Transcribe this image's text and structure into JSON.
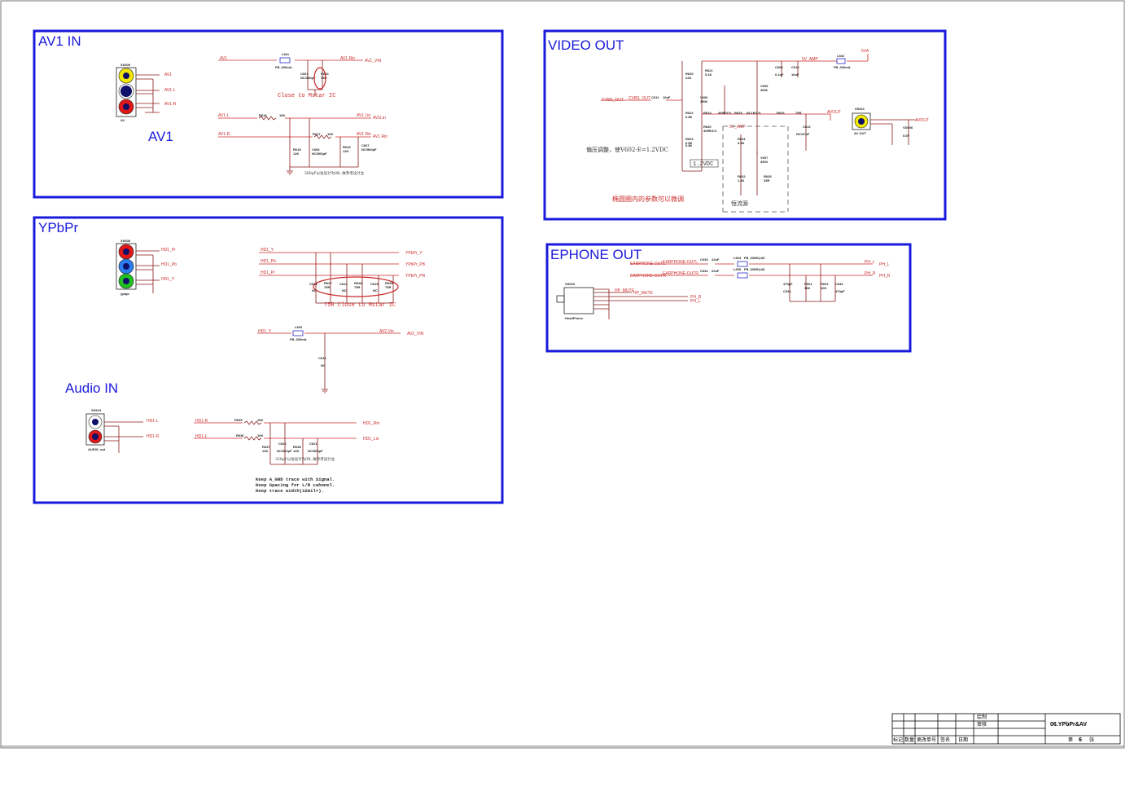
{
  "sections": {
    "av1_in": {
      "title": "AV1 IN",
      "subtitle": "AV1"
    },
    "ypbpr": {
      "title": "YPbPr"
    },
    "audio_in": {
      "title": "Audio IN"
    },
    "video_out": {
      "title": "VIDEO OUT"
    },
    "ephone_out": {
      "title": "EPHONE OUT"
    }
  },
  "notes": {
    "close_to_mstar_ic": "Close to Mstar IC",
    "r75_close_to_mstar_ic": "75R Close to Mstar IC",
    "bias_adjust": "偏压调整，使V602-E=1.2VDC",
    "vdc_1_2": "1.2VDC",
    "ellipse_params": "椭圆圈内的参数可以微调",
    "constant_current": "恒流源",
    "av1_cap_note": "560pF以往设计为0R, 故参考设计主",
    "audio_cap_note": "330pF以往设计为0R, 故参考设计主",
    "keep_agnd": "Keep A_GND trace with Signal.",
    "keep_spacing": "Keep Spacing for L/R cahnnel.",
    "keep_width": "Keep trace width(12mil+)."
  },
  "connectors": {
    "av": {
      "ref": "XS609",
      "name": "AV"
    },
    "ypbpr": {
      "ref": "XS608",
      "name": "ypbpr"
    },
    "audio": {
      "ref": "XS624",
      "name": "AUDIO_out"
    },
    "av_out": {
      "ref": "XS621",
      "name": "AV OUT"
    },
    "headphone": {
      "ref": "XS620",
      "name": "HeadPhone"
    }
  },
  "av1": {
    "nets": [
      "AV1",
      "AV1-L",
      "AV1-R"
    ],
    "l601": "L601",
    "l601_val": "FB_600mA",
    "c601": "C601",
    "c601_val": "NC/330pF",
    "r610": "R610",
    "r610_val": "75R",
    "av1_rin": "AV1 Rin",
    "av1_vin": "AV1_VIN",
    "av1_l": "AV1-L",
    "av1_r": "AV1-R",
    "r616": "R616",
    "r616_val": "10K",
    "r617": "R617",
    "r617_val": "10K",
    "r618": "R618",
    "r618_val": "12K",
    "r619": "R619",
    "r619_val": "12K",
    "c606": "C606",
    "c606_val": "NC/560pF",
    "c607": "C607",
    "c607_val": "NC/560pF",
    "av1_lin": "AV1 Lin",
    "av1_lin_out": "AV1Lin",
    "av1_rin2": "AV1 Rin",
    "av1_rin_out": "AV1 Rin"
  },
  "ypbpr_nets": {
    "pr": "HD1_Pr",
    "pb": "HD1_Pb",
    "y": "HD1_Y",
    "ny": "HD1_Y",
    "npb": "HD1_Pb",
    "npr": "HD1_Pr",
    "oy": "YPbPr_Y",
    "opb": "YPbPr_PB",
    "opr": "YPbPr_PR",
    "c613": "C613",
    "c613_val": "NC",
    "r627": "R627",
    "r627_val": "75R",
    "c614": "C614",
    "c614_val": "NC",
    "r628": "R628",
    "r628_val": "75R",
    "c615": "C615",
    "c615_val": "NC",
    "r629": "R629",
    "r629_val": "75R",
    "hd1_y2": "HD1_Y",
    "l603": "L603",
    "l603_val": "FB_600mA",
    "av2_vin": "AV2 Vin",
    "av2_vin_out": "AV2_VIN",
    "c616": "C616",
    "c616_val": "NC"
  },
  "audio": {
    "hdl": "HD1-L",
    "hdr": "HD1-R",
    "r635": "R635",
    "r635_val": "10K",
    "r636": "R636",
    "r636_val": "10K",
    "r637": "R637",
    "r637_val": "12K",
    "r638": "R638",
    "r638_val": "12K",
    "c620": "C620",
    "c620_val": "NC/560pF",
    "c621": "C621",
    "c621_val": "NC/560pF",
    "hd1_rin": "HD1_Rin",
    "hd1_lin": "HD1_Lin"
  },
  "video_out": {
    "cvbs_out": "CVBS_OUT",
    "cvbs_out2": "CVBS_OUT",
    "c611": "C611",
    "c611_val": "10uF",
    "r620": "R620",
    "r620_val": "22K",
    "r621": "R621",
    "r621_val": "5.1K",
    "r622": "R622",
    "r622_val": "6.8K",
    "r623": "R623",
    "r623_val": "6.8K",
    "r624": "R624",
    "r625": "R625",
    "r626": "R626",
    "r626_val": "75R",
    "r630": "R630",
    "r630_val": "6.8K",
    "r631": "R631",
    "r631_val": "3.3K",
    "r632": "R632",
    "r632_val": "1.2K",
    "r633": "R633",
    "r633_val": "33R",
    "v605": "V605",
    "v605_val": "3906",
    "v606": "V606",
    "v606_val": "3906",
    "v607": "V607",
    "v607_val": "3904",
    "c608": "C608",
    "c608_val": "0.1uF",
    "c610": "C610",
    "c610_val": "10uF",
    "c612": "C612",
    "c612_val": "NC/47pF",
    "l602": "L602",
    "l602_val": "FB_600mA",
    "supply": "5V_AMP",
    "supply2": "5V_AMP",
    "rail": "5VA",
    "avout": "AVOUT",
    "avout2": "AVOUT",
    "vd": "VD606",
    "vd_val": "5.6V",
    "r624_val": "499R/1%",
    "r625_val": "499R/1%",
    "r624b_val": "68.1R/1%"
  },
  "ephone": {
    "ep_l": "EARPHONE-OUTL",
    "ep_r": "EARPHONE-OUTR",
    "ep_l2": "EARPHONE-OUTL",
    "ep_r2": "EARPHONE-OUTR",
    "c633": "C633",
    "c633_val": "22uF",
    "c634": "C634",
    "c634_val": "22uF",
    "l604": "L604",
    "l604_val": "FB_330R@40",
    "l605": "L605",
    "l605_val": "FB_330R@40",
    "c631": "C631",
    "c631_val": "470pF",
    "c632": "C632",
    "c632_val": "470pF",
    "r601": "R601",
    "r601_val": "10K",
    "r602": "R602",
    "r602_val": "10K",
    "ph_l": "PH_L",
    "ph_r": "PH_R",
    "ph_l_out": "PH_L",
    "ph_r_out": "PH_R",
    "hp_mute": "HP_MUTE",
    "hp_mute_out": "HP_MUTE",
    "ph_r2": "PH_R",
    "ph_l2": "PH_L"
  },
  "title_block": {
    "drawn": "绘制",
    "checked": "审核",
    "sheet_title": "06.YPbPr&AV",
    "mark": "标记",
    "count": "数量",
    "change_no": "更改单号",
    "sign": "签名",
    "date": "日期",
    "sheet_no": "第",
    "sheet_num": "6",
    "sheet_unit": "张"
  }
}
